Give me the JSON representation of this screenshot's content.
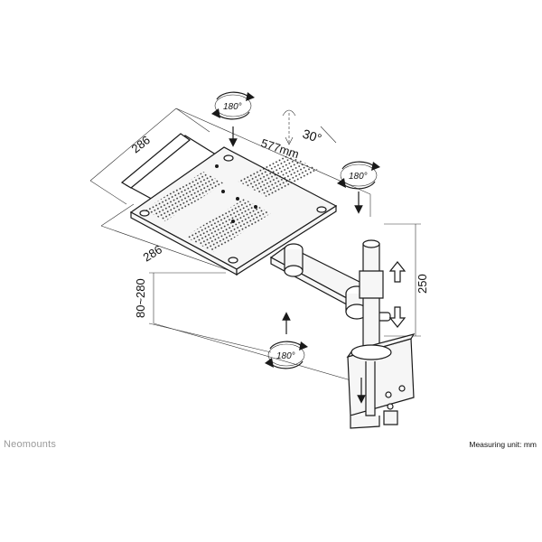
{
  "brand": "Neomounts",
  "measuring_unit": "Measuring unit: mm",
  "labels": {
    "rotate_top": "180°",
    "tilt": "30°",
    "reach": "577mm",
    "rotate_right": "180°",
    "tray_width_back": "286",
    "tray_width_front": "286",
    "height_range": "80~280",
    "pole_height": "250",
    "rotate_bottom": "180°"
  }
}
